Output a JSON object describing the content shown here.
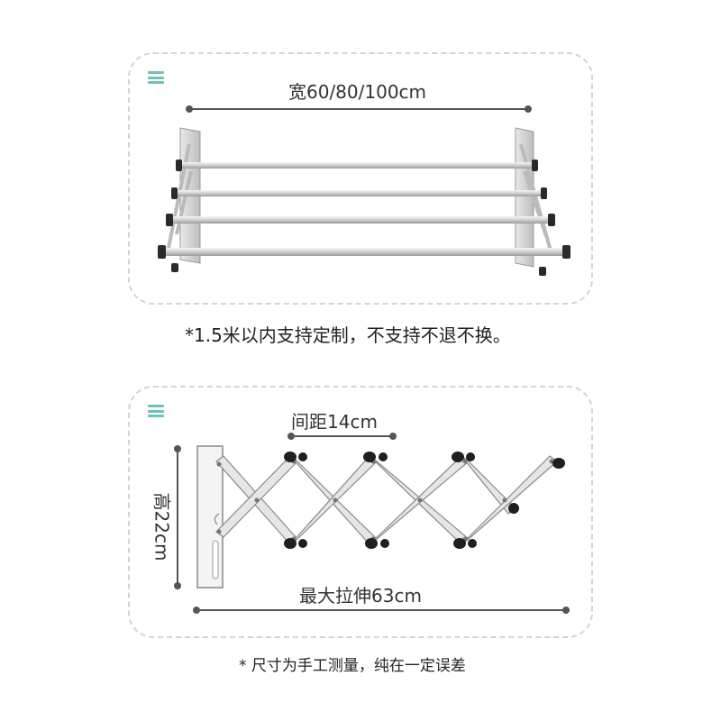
{
  "top_panel": {
    "width_label": "宽60/80/100cm",
    "note": "*1.5米以内支持定制，不支持不退不换。"
  },
  "bottom_panel": {
    "spacing_label": "间距14cm",
    "height_label": "高22cm",
    "extension_label": "最大拉伸63cm",
    "note": "* 尺寸为手工测量，纯在一定误差"
  },
  "colors": {
    "accent": "#6cc3b8",
    "dashed_border": "#d4d4d4",
    "line": "#555555"
  },
  "icons": [
    "menu-icon",
    "menu-icon"
  ]
}
